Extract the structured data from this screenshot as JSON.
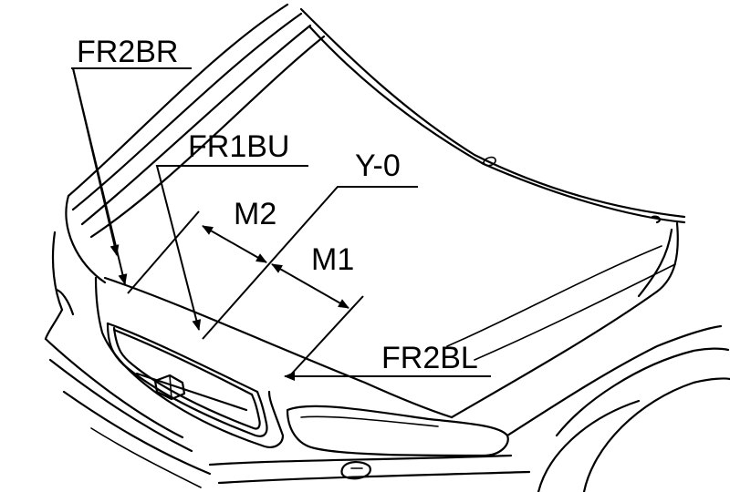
{
  "labels": {
    "fr2br": "FR2BR",
    "fr1bu": "FR1BU",
    "y0": "Y-0",
    "m2": "M2",
    "m1": "M1",
    "fr2bl": "FR2BL"
  },
  "colors": {
    "line": "#000000",
    "background": "#ffffff"
  }
}
